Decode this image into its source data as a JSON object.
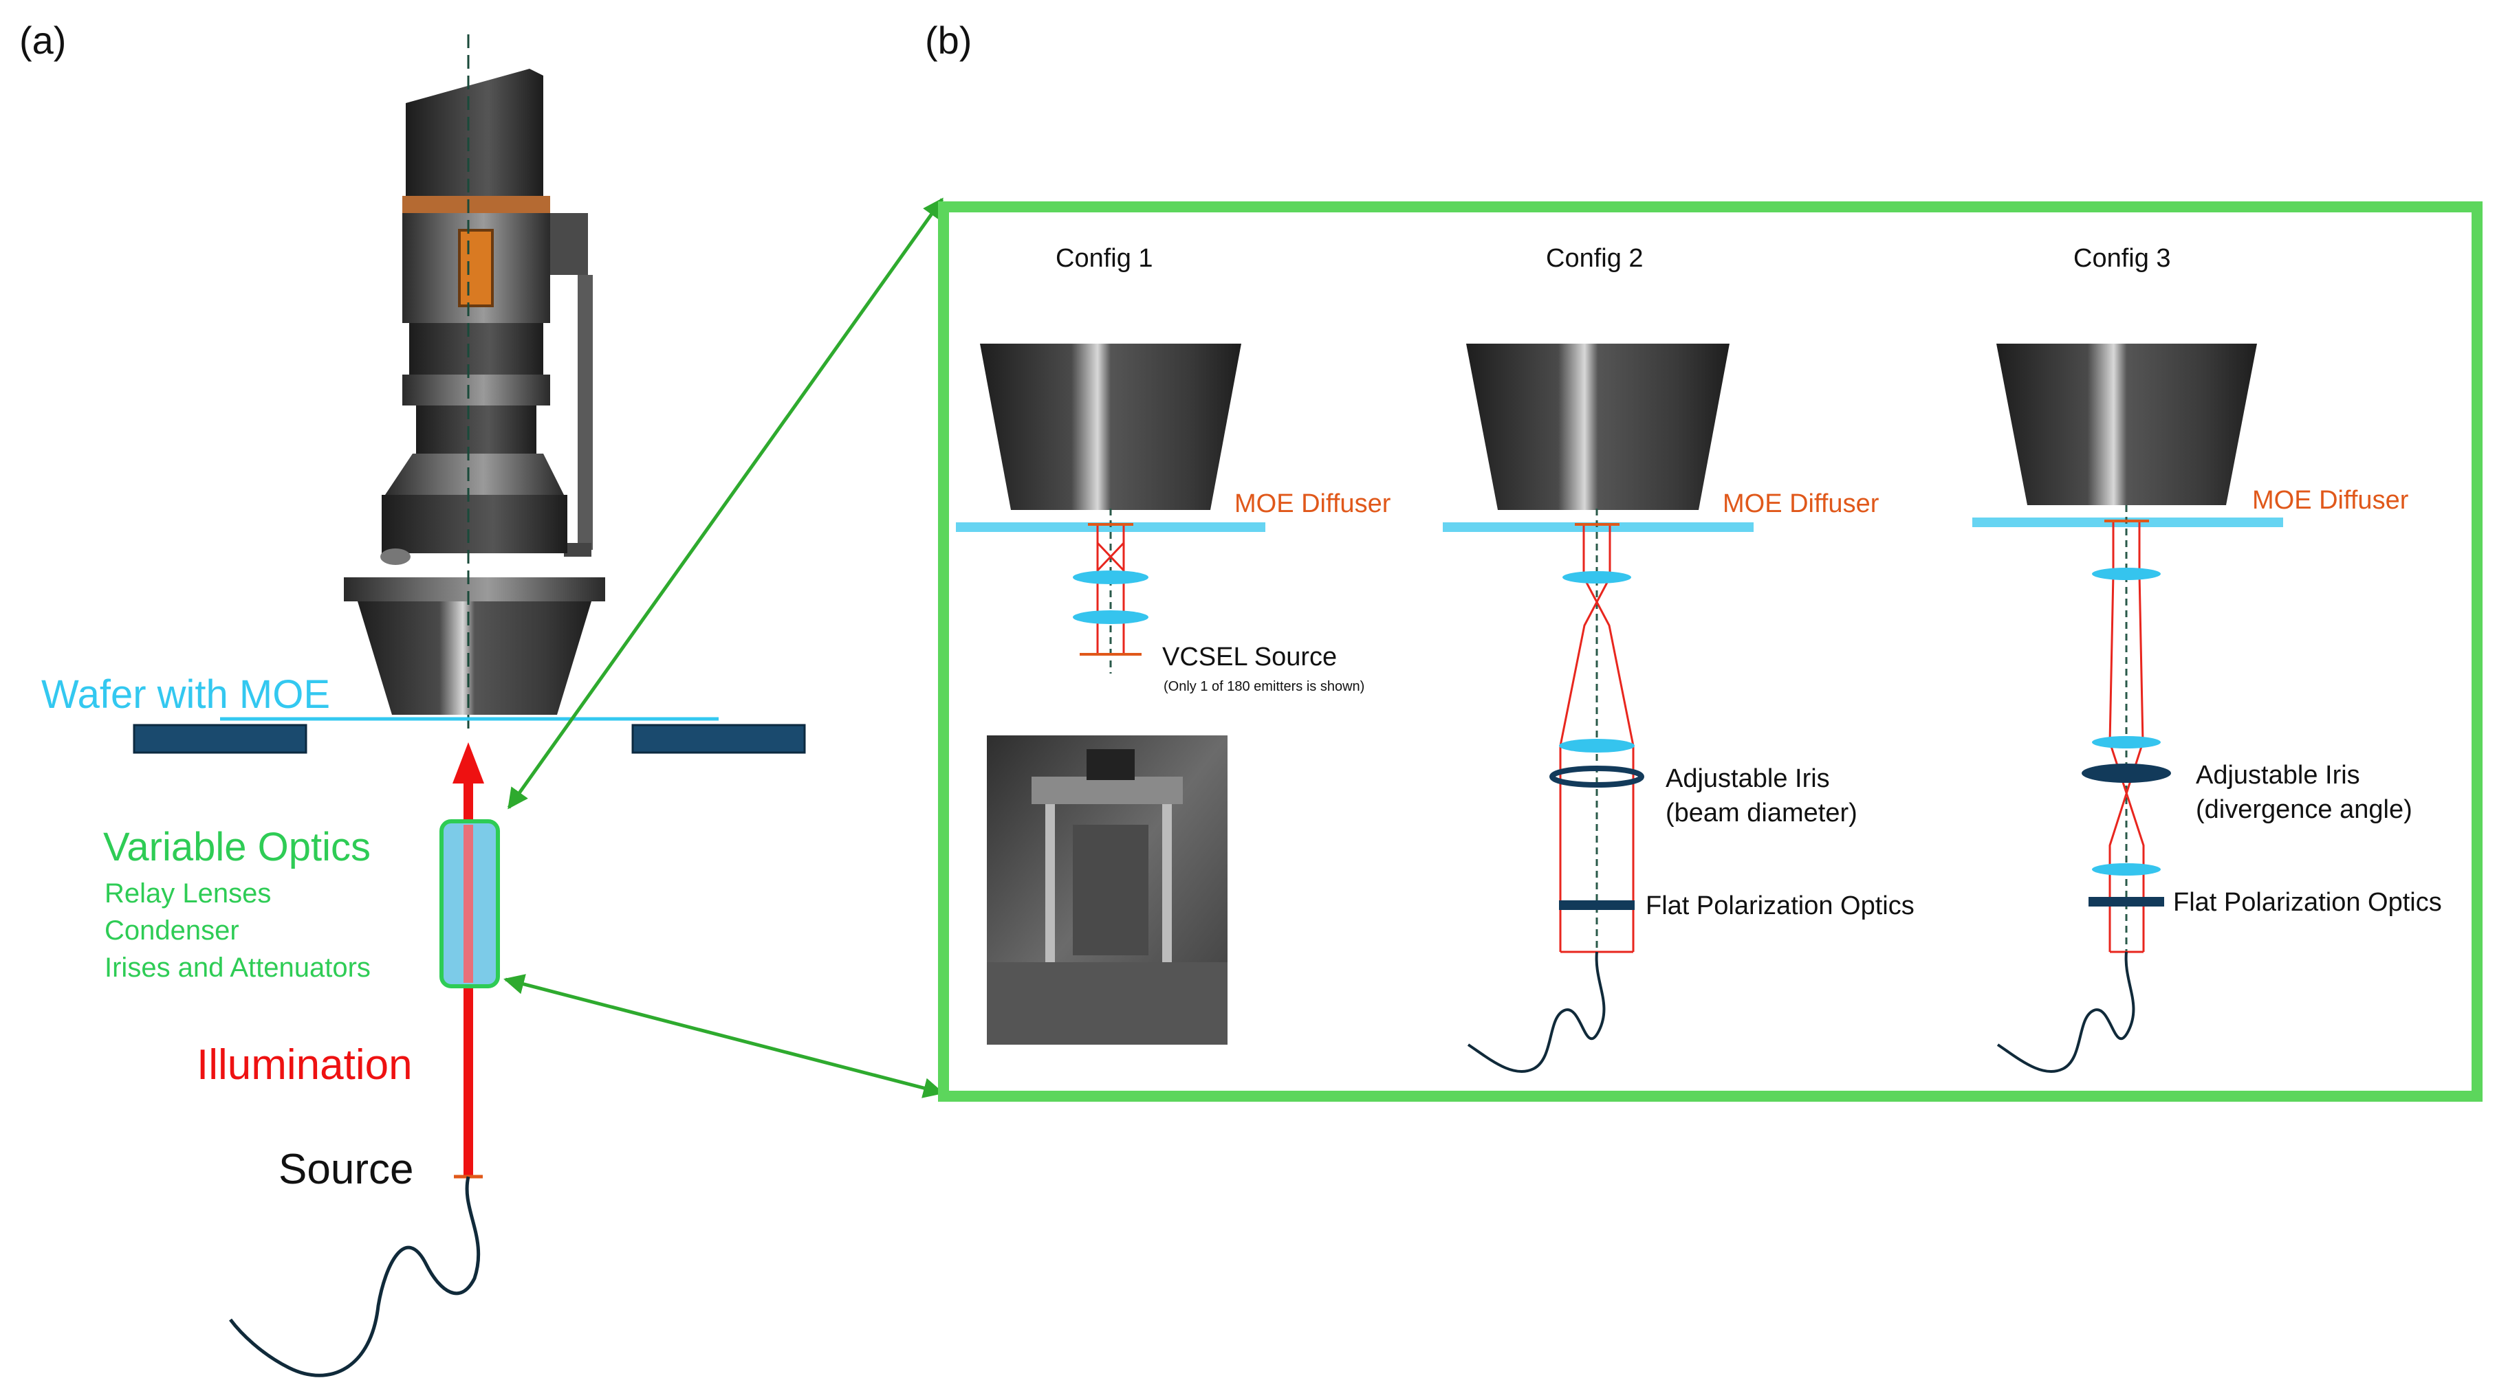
{
  "panel_a": {
    "label": "(a)",
    "wafer_label": "Wafer with MOE",
    "variable_optics": {
      "title": "Variable Optics",
      "items": [
        "Relay Lenses",
        "Condenser",
        "Irises and Attenuators"
      ]
    },
    "illumination_label": "Illumination",
    "source_label": "Source"
  },
  "panel_b": {
    "label": "(b)",
    "configs": [
      {
        "title": "Config 1",
        "diffuser_label": "MOE Diffuser",
        "source_label": "VCSEL Source",
        "source_note": "(Only 1 of 180 emitters is shown)"
      },
      {
        "title": "Config 2",
        "diffuser_label": "MOE Diffuser",
        "iris_label_line1": "Adjustable Iris",
        "iris_label_line2": "(beam diameter)",
        "polarization_label": "Flat Polarization Optics"
      },
      {
        "title": "Config 3",
        "diffuser_label": "MOE Diffuser",
        "iris_label_line1": "Adjustable Iris",
        "iris_label_line2": "(divergence angle)",
        "polarization_label": "Flat Polarization Optics"
      }
    ]
  },
  "colors": {
    "wafer_cyan": "#33c8f0",
    "optics_green": "#2ecc55",
    "frame_green": "#5cd65c",
    "illumination_red": "#ee1111",
    "diffuser_orange": "#e0581a",
    "dark_navy": "#123a5a",
    "beam_red": "#e8261e",
    "lens_blue": "#35c4ee"
  }
}
